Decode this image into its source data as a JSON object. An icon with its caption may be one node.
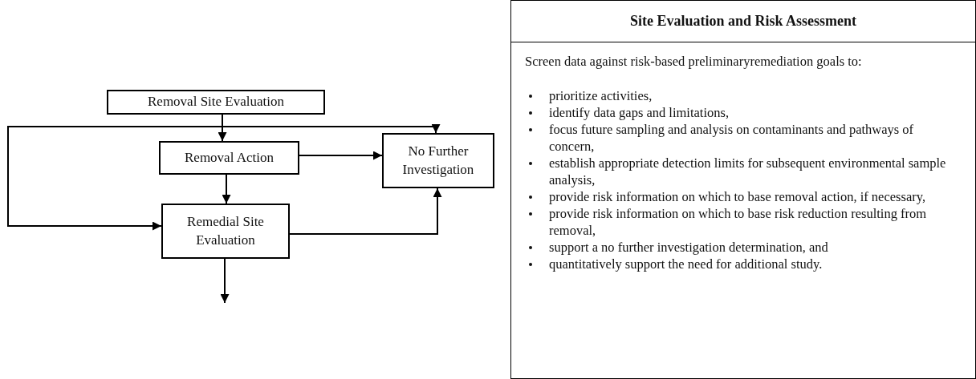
{
  "diagram": {
    "nodes": [
      {
        "text": [
          "Removal Site Evaluation"
        ]
      },
      {
        "text": [
          "Removal Action"
        ]
      },
      {
        "text": [
          "No Further Investigation"
        ]
      },
      {
        "text": [
          "Remedial Site Evaluation"
        ]
      },
      {
        "text": [
          "Site Evaluation and Risk Assessment",
          "Screen data against risk-based preliminaryremediation goals to:",
          "prioritize activities,",
          "identify data gaps and limitations,",
          "focus future sampling and analysis on contaminants and pathways of concern,",
          "establish appropriate detection limits for subsequent environmental sample analysis,",
          "provide risk information on which to base removal action, if necessary,",
          "provide risk information on which to base risk reduction resulting from removal,",
          "support a no further investigation determination, and",
          "quantitatively support the need for additional study."
        ]
      }
    ],
    "edges": [
      {
        "from": 0,
        "to": 1,
        "arrow": "to"
      },
      {
        "from": 0,
        "to": 2,
        "arrow": "to"
      },
      {
        "from": 0,
        "to": 3,
        "arrow": "to"
      },
      {
        "from": 1,
        "to": 2,
        "arrow": "to"
      },
      {
        "from": 1,
        "to": 3,
        "arrow": "to"
      },
      {
        "from": 3,
        "to": 2,
        "arrow": "to"
      },
      {
        "from": 3,
        "to": null,
        "arrow": "to"
      }
    ]
  }
}
